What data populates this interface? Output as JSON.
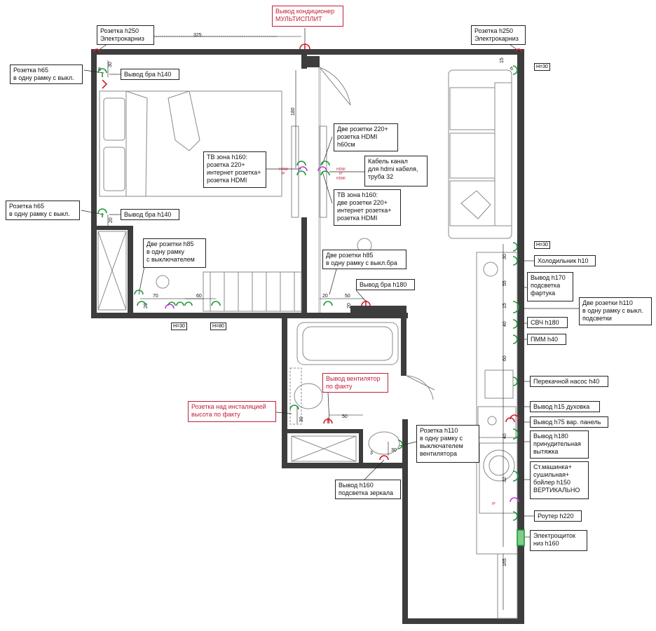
{
  "colors": {
    "wall": "#3d3d3d",
    "furniture": "#8a8a8a",
    "socket_green": "#1f9a3a",
    "fixture_red": "#d11f2f",
    "hdmi_magenta": "#c23bd8",
    "callout_red": "#c0203a"
  },
  "callouts": {
    "ac": "Вывод кондиционер\nМУЛЬТИСПЛИТ",
    "curtain_left": "Розетка h250\nЭлектрокарниз",
    "curtain_right": "Розетка h250\nЭлектрокарниз",
    "socket_h65_top": "Розетка h65\nв одну рамку с выкл.",
    "sconce_top": "Вывод бра h140",
    "socket_h65_mid": "Розетка h65\nв одну рамку с выкл.",
    "sconce_mid": "Вывод бра h140",
    "tv_bedroom": "ТВ зона h160:\nрозетка 220+\nинтернет розетка+\nрозетка HDMI",
    "two_sockets_hdmi": "Две розетки 220+\nрозетка HDMI\nh60см",
    "cable_channel": "Кабель канал\nдля hdmi кабеля,\nтруба 32",
    "tv_living": "ТВ зона h160:\nдве розетки 220+\nинтернет розетка+\nрозетка HDMI",
    "two_sockets_h85_bed": "Две розетки h85\nв одну рамку\nс выключателем",
    "two_sockets_h85_hall": "Две розетки h85\nв одну рамку с выкл.бра",
    "sconce_h180": "Вывод бра h180",
    "fridge": "Холодильник h10",
    "backsplash": "Вывод h170\nподсветка\nфартука",
    "two_sockets_h110": "Две розетки h110\nв одну рамку с выкл.\nподсветки",
    "microwave": "СВЧ h180",
    "dishwasher": "ПММ h40",
    "pump": "Перекачной насос h40",
    "fan": "Вывод вентилятор\nпо факту",
    "install_socket": "Розетка над инсталяцией\nвысота по факту",
    "oven": "Вывод h15 духовка",
    "hob": "Вывод h75 вар. панель",
    "hood": "Вывод h180\nпринудительная\nвытяжка",
    "socket_h110_fan": "Розетка h110\nв одну рамку с\nвыключателем\nвентилятора",
    "washer": "Ст.машинка+\nсушильная+\nбойлер h150\nВЕРТИКАЛЬНО",
    "mirror": "Вывод h160\nподсветка зеркала",
    "router": "Роутер h220",
    "panel": "Электрощиток\nниз h160"
  },
  "height_tags": {
    "h30_top": "H=30",
    "h30_kitchen": "H=30",
    "h30_bed": "H=30",
    "h80_bed": "H=80"
  },
  "dimensions": {
    "d325": "325",
    "d30a": "30",
    "d8": "8",
    "d15": "15",
    "d6": "6",
    "d180": "180",
    "d20a": "20",
    "d70": "70",
    "d60a": "60",
    "d20b": "20",
    "d20c": "20",
    "d50a": "50",
    "d20d": "20",
    "d30b": "30",
    "d55": "55",
    "d15b": "15",
    "d40a": "40",
    "d60b": "60",
    "d40b": "40",
    "d32": "32",
    "d30c": "30",
    "d50b": "50",
    "d30d": "30",
    "d3": "3",
    "d165": "165"
  },
  "labels": {
    "hdmi1": "HDMI",
    "hdmi2": "HDMI",
    "hdmi3": "HDMI",
    "ip1": "IP",
    "ip2": "IP",
    "ip3": "IP"
  }
}
